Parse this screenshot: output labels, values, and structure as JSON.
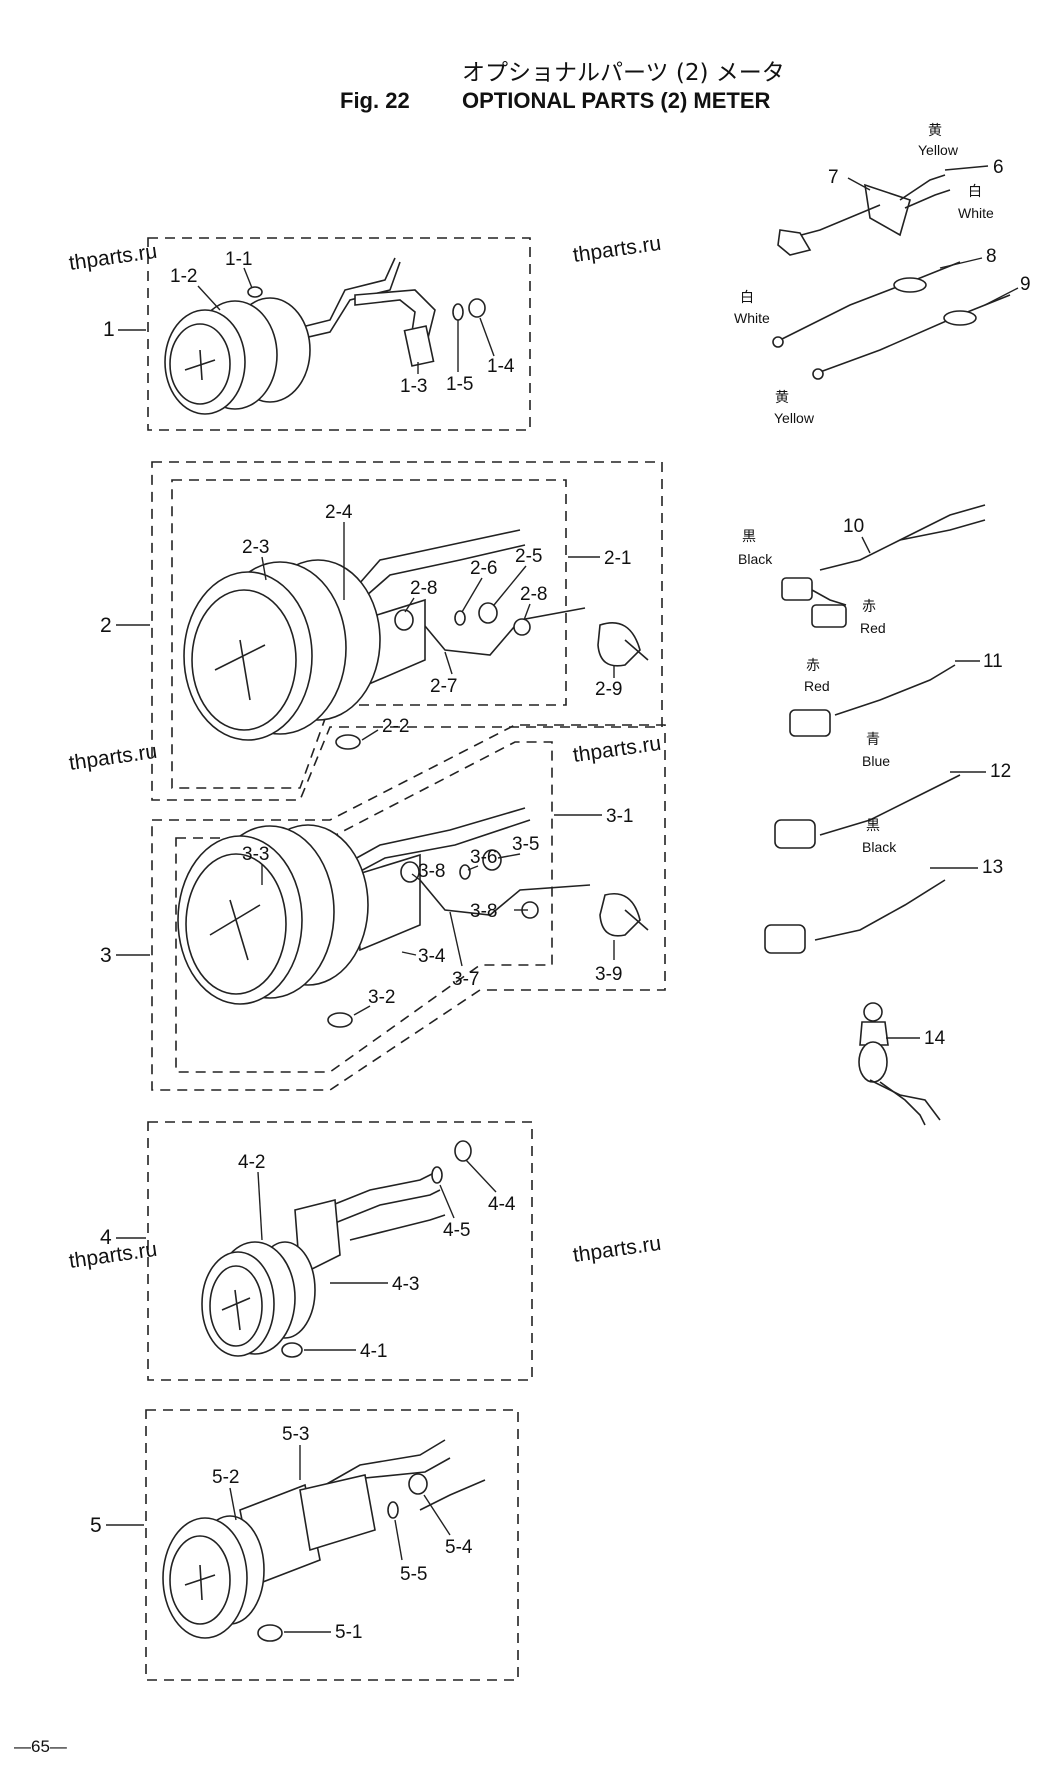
{
  "header": {
    "title_jp": "オプショナルパーツ (2) メータ",
    "fig_no": "Fig. 22",
    "title_en": "OPTIONAL PARTS (2) METER"
  },
  "page_number": "—65—",
  "watermarks": [
    "thparts.ru",
    "thparts.ru",
    "thparts.ru",
    "thparts.ru",
    "thparts.ru",
    "thparts.ru"
  ],
  "groups": [
    "1",
    "2",
    "3",
    "4",
    "5"
  ],
  "callouts": {
    "g1": [
      "1-1",
      "1-2",
      "1-3",
      "1-4",
      "1-5"
    ],
    "g2": [
      "2-1",
      "2-2",
      "2-3",
      "2-4",
      "2-5",
      "2-6",
      "2-7",
      "2-8",
      "2-8",
      "2-9"
    ],
    "g3": [
      "3-1",
      "3-2",
      "3-3",
      "3-4",
      "3-5",
      "3-6",
      "3-7",
      "3-8",
      "3-8",
      "3-9"
    ],
    "g4": [
      "4-1",
      "4-2",
      "4-3",
      "4-4",
      "4-5"
    ],
    "g5": [
      "5-1",
      "5-2",
      "5-3",
      "5-4",
      "5-5"
    ],
    "right": [
      "6",
      "7",
      "8",
      "9",
      "10",
      "11",
      "12",
      "13",
      "14"
    ]
  },
  "wire_colors": [
    {
      "jp": "黄",
      "en": "Yellow"
    },
    {
      "jp": "白",
      "en": "White"
    },
    {
      "jp": "白",
      "en": "White"
    },
    {
      "jp": "黄",
      "en": "Yellow"
    },
    {
      "jp": "黒",
      "en": "Black"
    },
    {
      "jp": "赤",
      "en": "Red"
    },
    {
      "jp": "赤",
      "en": "Red"
    },
    {
      "jp": "青",
      "en": "Blue"
    },
    {
      "jp": "黒",
      "en": "Black"
    }
  ]
}
